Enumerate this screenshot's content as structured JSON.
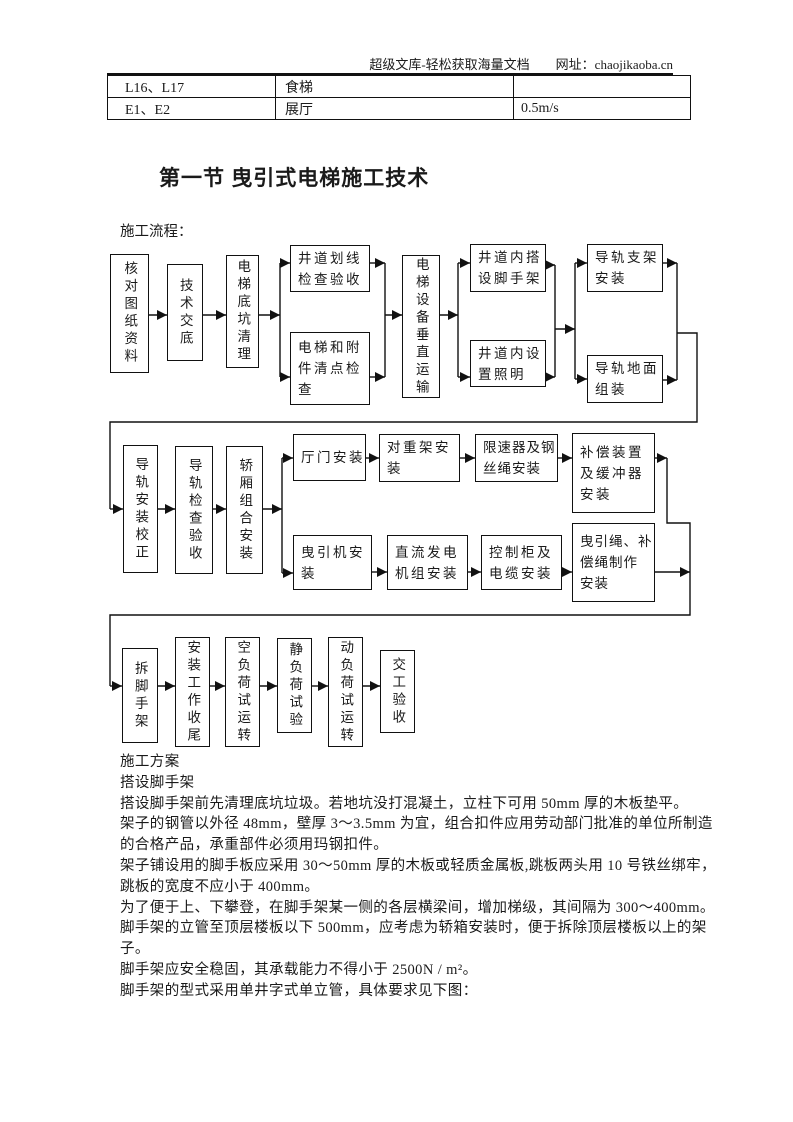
{
  "header": {
    "site_text": "超级文库-轻松获取海量文档",
    "url_text": "网址：chaojikaoba.cn"
  },
  "table": {
    "rows": [
      [
        "L16、L17",
        "食梯",
        ""
      ],
      [
        "E1、E2",
        "展厅",
        "0.5m/s"
      ]
    ]
  },
  "title": "第一节 曳引式电梯施工技术",
  "flow_label": "施工流程：",
  "flow": {
    "boxes": [
      {
        "label": "核对图纸资料"
      },
      {
        "label": "技术交底"
      },
      {
        "label": "电梯底坑清理"
      },
      {
        "label": "井道划线\n检查验收"
      },
      {
        "label": "电梯和附\n件清点检\n查"
      },
      {
        "label": "电梯设备垂直运输"
      },
      {
        "label": "井道内搭\n设脚手架"
      },
      {
        "label": "井道内设\n置照明"
      },
      {
        "label": "导轨支架\n安装"
      },
      {
        "label": "导轨地面\n组装"
      },
      {
        "label": "导轨安装校正"
      },
      {
        "label": "导轨检查验收"
      },
      {
        "label": "轿厢组合安装"
      },
      {
        "label": "厅门安装"
      },
      {
        "label": "对重架安\n装"
      },
      {
        "label": "限速器及钢\n丝绳安装"
      },
      {
        "label": "补偿装置\n及缓冲器\n安装"
      },
      {
        "label": "曳引机安\n装"
      },
      {
        "label": "直流发电\n机组安装"
      },
      {
        "label": "控制柜及\n电缆安装"
      },
      {
        "label": "曳引绳、补\n偿绳制作\n安装"
      },
      {
        "label": "拆脚手架"
      },
      {
        "label": "安装工作收尾"
      },
      {
        "label": "空负荷试运转"
      },
      {
        "label": "静负荷试验"
      },
      {
        "label": "动负荷试运转"
      },
      {
        "label": "交工验收"
      }
    ]
  },
  "body": {
    "lines": [
      "施工方案",
      "搭设脚手架",
      "搭设脚手架前先清理底坑垃圾。若地坑没打混凝土，立柱下可用 50mm 厚的木板垫平。",
      "架子的钢管以外径 48mm，壁厚 3～3.5mm 为宜，组合扣件应用劳动部门批准的单位所制造",
      "的合格产品，承重部件必须用玛钢扣件。",
      "架子铺设用的脚手板应采用 30～50mm 厚的木板或轻质金属板,跳板两头用 10 号铁丝绑牢，",
      "跳板的宽度不应小于 400mm。",
      "为了便于上、下攀登，在脚手架某一侧的各层横梁间，增加梯级，其间隔为 300～400mm。",
      "脚手架的立管至顶层楼板以下 500mm，应考虑为轿箱安装时，便于拆除顶层楼板以上的架",
      "子。",
      "脚手架应安全稳固，其承载能力不得小于 2500N / m²。",
      "脚手架的型式采用单井字式单立管，具体要求见下图："
    ]
  }
}
